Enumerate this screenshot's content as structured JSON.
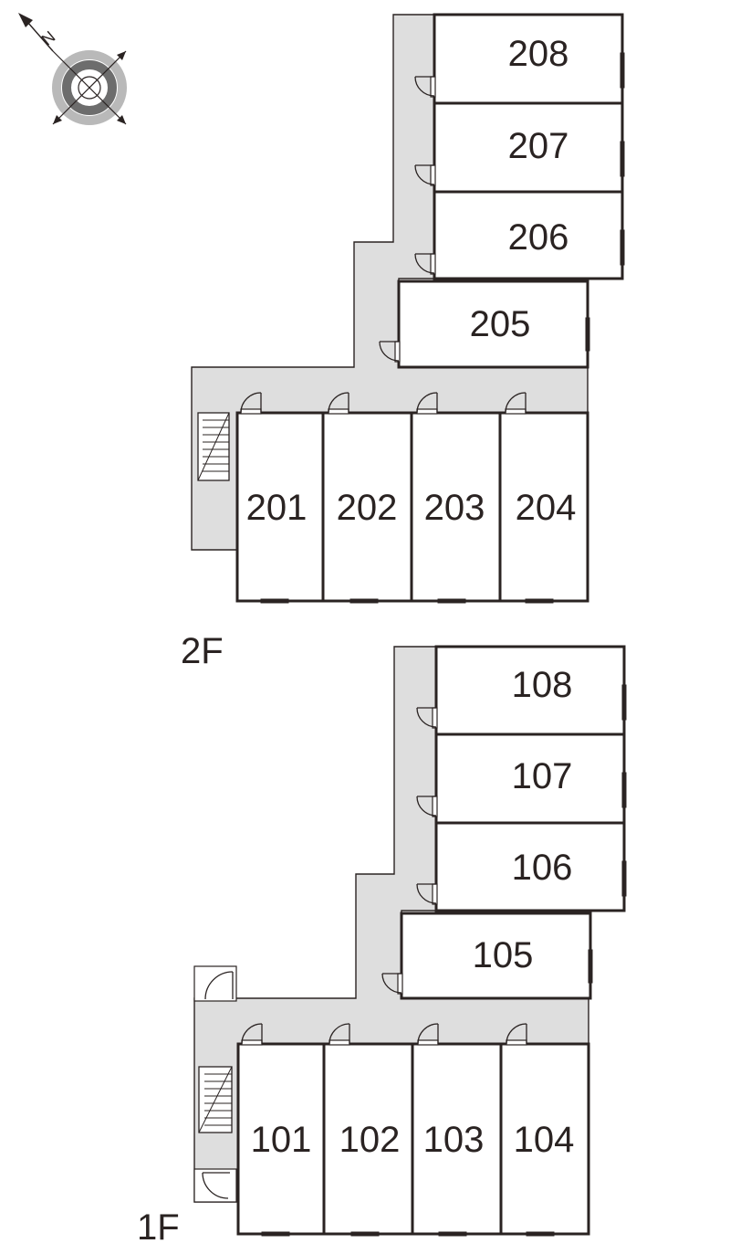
{
  "compass": {
    "north_label": "N"
  },
  "floors": [
    {
      "label": "2F",
      "units": [
        "201",
        "202",
        "203",
        "204",
        "205",
        "206",
        "207",
        "208"
      ]
    },
    {
      "label": "1F",
      "units": [
        "101",
        "102",
        "103",
        "104",
        "105",
        "106",
        "107",
        "108"
      ]
    }
  ],
  "colors": {
    "line": "#2a2322",
    "corridor": "#dedede",
    "room": "#ffffff",
    "compass_dark": "#6d6d6d",
    "compass_light": "#b9b9b9"
  }
}
